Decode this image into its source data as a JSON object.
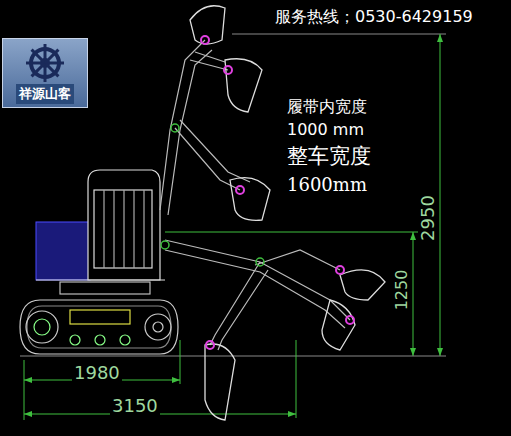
{
  "diagram": {
    "nodes": [
      {
        "text": [
          "祥源山客"
        ]
      }
    ],
    "labels": [
      "服务热线；0530-6429159",
      "履带内宽度",
      "1000 mm",
      "整车宽度",
      "1600mm",
      "2950",
      "1250",
      "1980",
      "3150"
    ]
  }
}
